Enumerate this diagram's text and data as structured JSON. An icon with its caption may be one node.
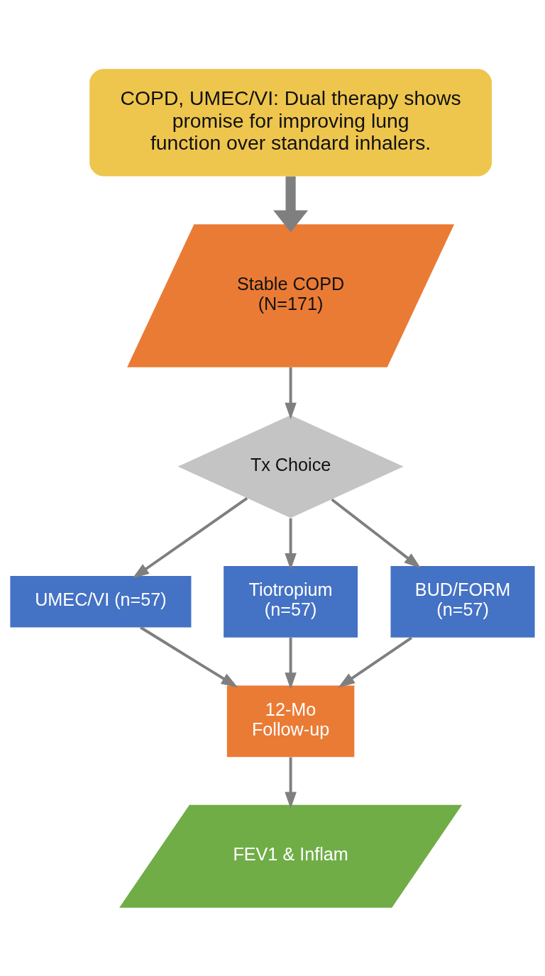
{
  "diagram": {
    "nodes": [
      {
        "text": [
          "COPD, UMEC/VI: Dual therapy shows promise for improving lung function over standard inhalers."
        ]
      },
      {
        "text": [
          "Stable COPD (N=171)"
        ]
      },
      {
        "text": [
          "Tx Choice"
        ]
      },
      {
        "text": [
          "UMEC/VI (n=57)"
        ]
      },
      {
        "text": [
          "Tiotropium (n=57)"
        ]
      },
      {
        "text": [
          "BUD/FORM (n=57)"
        ]
      },
      {
        "text": [
          "12-Mo Follow-up"
        ]
      },
      {
        "text": [
          "FEV1 & Inflam"
        ]
      }
    ],
    "edges": [
      {
        "from": 0,
        "to": 1,
        "arrow": "to",
        "style": "thick"
      },
      {
        "from": 1,
        "to": 2,
        "arrow": "to"
      },
      {
        "from": 2,
        "to": 3,
        "arrow": "to"
      },
      {
        "from": 2,
        "to": 4,
        "arrow": "to"
      },
      {
        "from": 2,
        "to": 5,
        "arrow": "to"
      },
      {
        "from": 3,
        "to": 6,
        "arrow": "to"
      },
      {
        "from": 4,
        "to": 6,
        "arrow": "to"
      },
      {
        "from": 5,
        "to": 6,
        "arrow": "to"
      },
      {
        "from": 6,
        "to": 7,
        "arrow": "to"
      }
    ]
  }
}
